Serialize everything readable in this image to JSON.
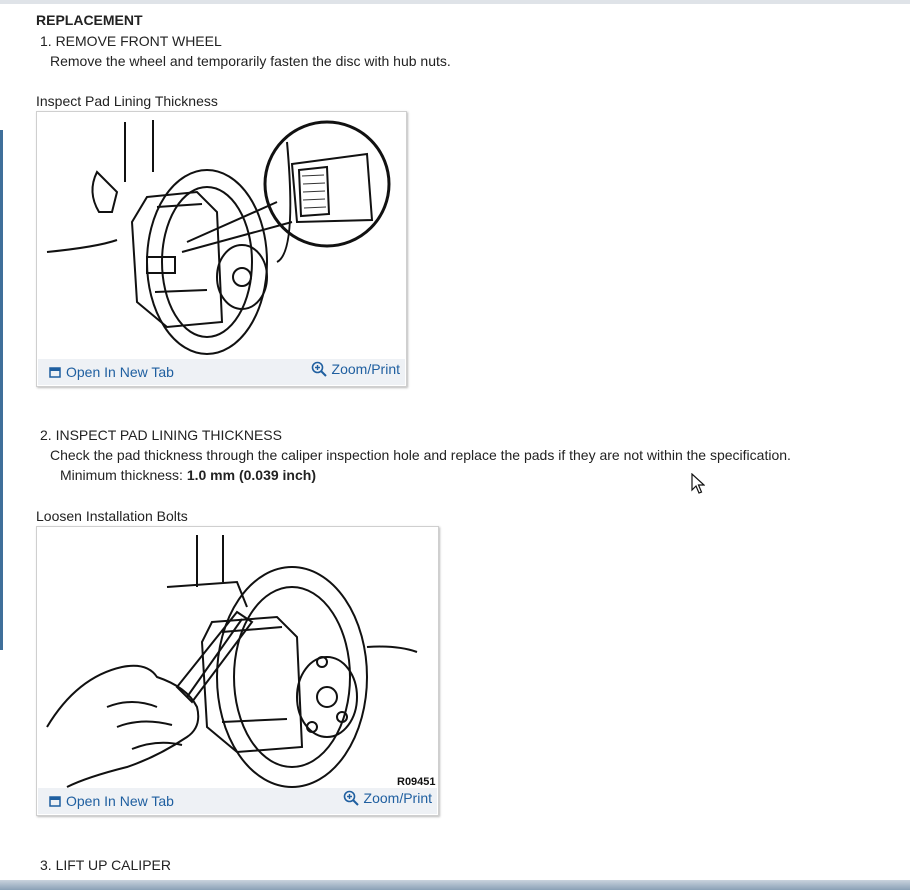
{
  "section_title": "REPLACEMENT",
  "steps": [
    {
      "heading": "1. REMOVE FRONT WHEEL",
      "text": "Remove the wheel and temporarily fasten the disc with hub nuts."
    },
    {
      "heading": "2. INSPECT PAD LINING THICKNESS",
      "text": "Check the pad thickness through the caliper inspection hole and replace the pads if they are not within the specification.",
      "spec_label": "Minimum thickness:",
      "spec_value": "1.0 mm (0.039 inch)"
    },
    {
      "heading": "3. LIFT UP CALIPER"
    }
  ],
  "figures": [
    {
      "caption": "Inspect Pad Lining Thickness",
      "open_label": "Open In New Tab",
      "zoom_label": "Zoom/Print"
    },
    {
      "caption": "Loosen Installation Bolts",
      "open_label": "Open In New Tab",
      "zoom_label": "Zoom/Print",
      "code": "R09451"
    }
  ],
  "icons": {
    "open": "open-new-tab-icon",
    "zoom": "zoom-icon",
    "cursor": "mouse-cursor-icon"
  },
  "colors": {
    "link": "#1f5fa0",
    "figure_bar": "#eef1f5"
  }
}
